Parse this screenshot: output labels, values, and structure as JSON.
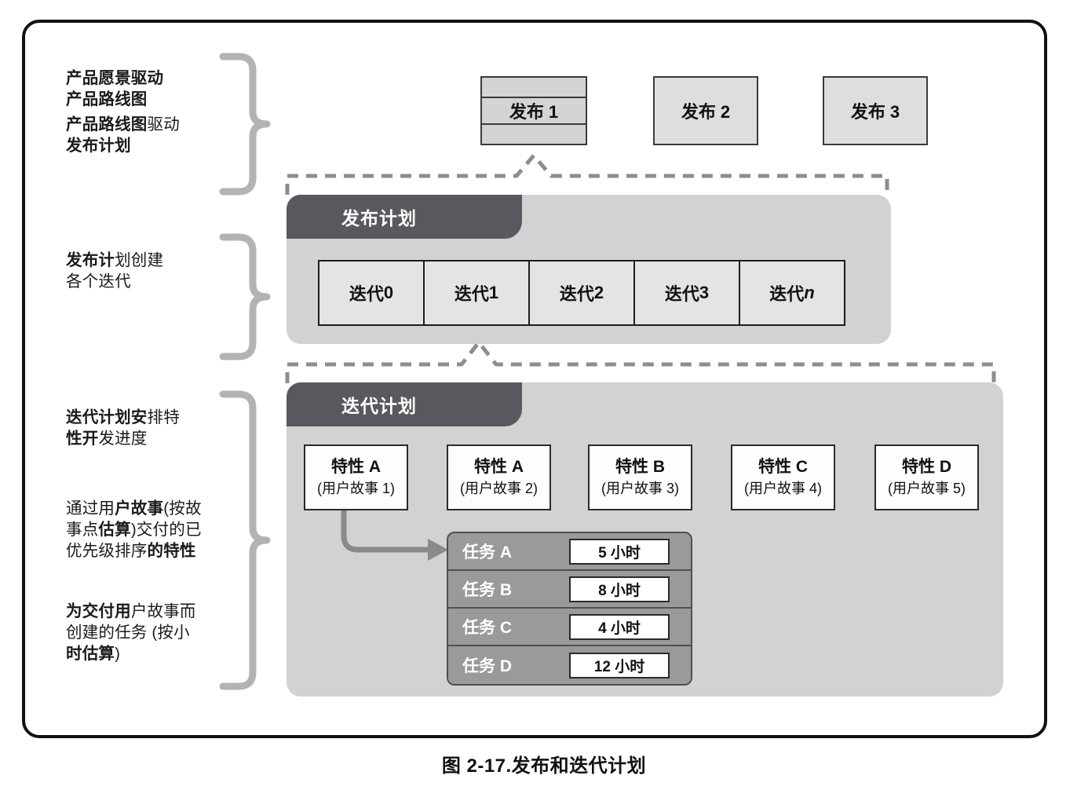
{
  "figure": {
    "caption": "图 2-17.发布和迭代计划"
  },
  "annotations": [
    {
      "id": "vision-roadmap",
      "line1_bold": "产品愿景驱动",
      "line2_bold": "产品路线图"
    },
    {
      "id": "roadmap-release",
      "line1_bold": "产品路线图",
      "line1_reg": "驱动",
      "line2_bold": "发布计划"
    },
    {
      "id": "release-creates-iterations",
      "line1_bold": "发布计",
      "line1_reg": "划创建",
      "line2_reg": "各个迭代"
    },
    {
      "id": "iteration-schedules-features",
      "line1_bold": "迭代计划安",
      "line1_reg": "排特",
      "line2_bold": "性开",
      "line2_reg": "发进度"
    },
    {
      "id": "prioritized-features",
      "l1_reg_a": "通过用",
      "l1_bold": "户故事",
      "l1_reg_b": "(按故",
      "l2_reg_a": "事点",
      "l2_bold": "估算",
      "l2_reg_b": ")交付的已",
      "l3_reg_a": "优先级排序",
      "l3_bold": "的特性"
    },
    {
      "id": "tasks-for-stories",
      "l1_bold": "为交付用",
      "l1_reg": "户故事而",
      "l2_reg": "创建的任务 (按小",
      "l3_bold": "时估算",
      "l3_reg": ")"
    }
  ],
  "releases": [
    {
      "label": "发布 1",
      "banded": true
    },
    {
      "label": "发布 2",
      "banded": false
    },
    {
      "label": "发布 3",
      "banded": false
    }
  ],
  "release_plan": {
    "header": "发布计划",
    "iterations": [
      {
        "prefix": "迭代 ",
        "suffix": "0",
        "italic": false
      },
      {
        "prefix": "迭代 ",
        "suffix": "1",
        "italic": false
      },
      {
        "prefix": "迭代 ",
        "suffix": "2",
        "italic": false
      },
      {
        "prefix": "迭代 ",
        "suffix": "3",
        "italic": false
      },
      {
        "prefix": "迭代 ",
        "suffix": "n",
        "italic": true
      }
    ]
  },
  "iteration_plan": {
    "header": "迭代计划",
    "features": [
      {
        "title": "特性 A",
        "sub": "(用户故事 1)"
      },
      {
        "title": "特性 A",
        "sub": "(用户故事 2)"
      },
      {
        "title": "特性 B",
        "sub": "(用户故事 3)"
      },
      {
        "title": "特性 C",
        "sub": "(用户故事 4)"
      },
      {
        "title": "特性 D",
        "sub": "(用户故事 5)"
      }
    ],
    "tasks": [
      {
        "name": "任务 A",
        "estimate": "5 小时"
      },
      {
        "name": "任务 B",
        "estimate": "8 小时"
      },
      {
        "name": "任务 C",
        "estimate": "4 小时"
      },
      {
        "name": "任务 D",
        "estimate": "12 小时"
      }
    ]
  },
  "colors": {
    "frame_border": "#111111",
    "panel_fill": "#d2d2d2",
    "panel_header": "#58595e",
    "release_fill": "#d8d8d8",
    "task_fill": "#9a9a9a",
    "brace_gray": "#b3b3b3",
    "dashed_gray": "#8d8d8d",
    "arrow_gray": "#8a8a8a"
  }
}
